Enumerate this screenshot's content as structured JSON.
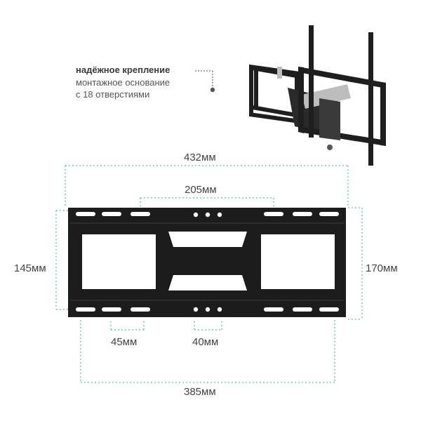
{
  "feature": {
    "title": "надёжное крепление",
    "line1": "монтажное основание",
    "line2": "с 18 отверстиями"
  },
  "dimensions": {
    "total_width": "432мм",
    "top_spacing": "205мм",
    "left_height": "145мм",
    "right_height": "170мм",
    "slot_spacing": "45мм",
    "hole_spacing": "40мм",
    "bottom_width": "385мм"
  },
  "colors": {
    "accent": "#5fbfb6",
    "plate": "#1c1c1c",
    "text": "#444444"
  }
}
